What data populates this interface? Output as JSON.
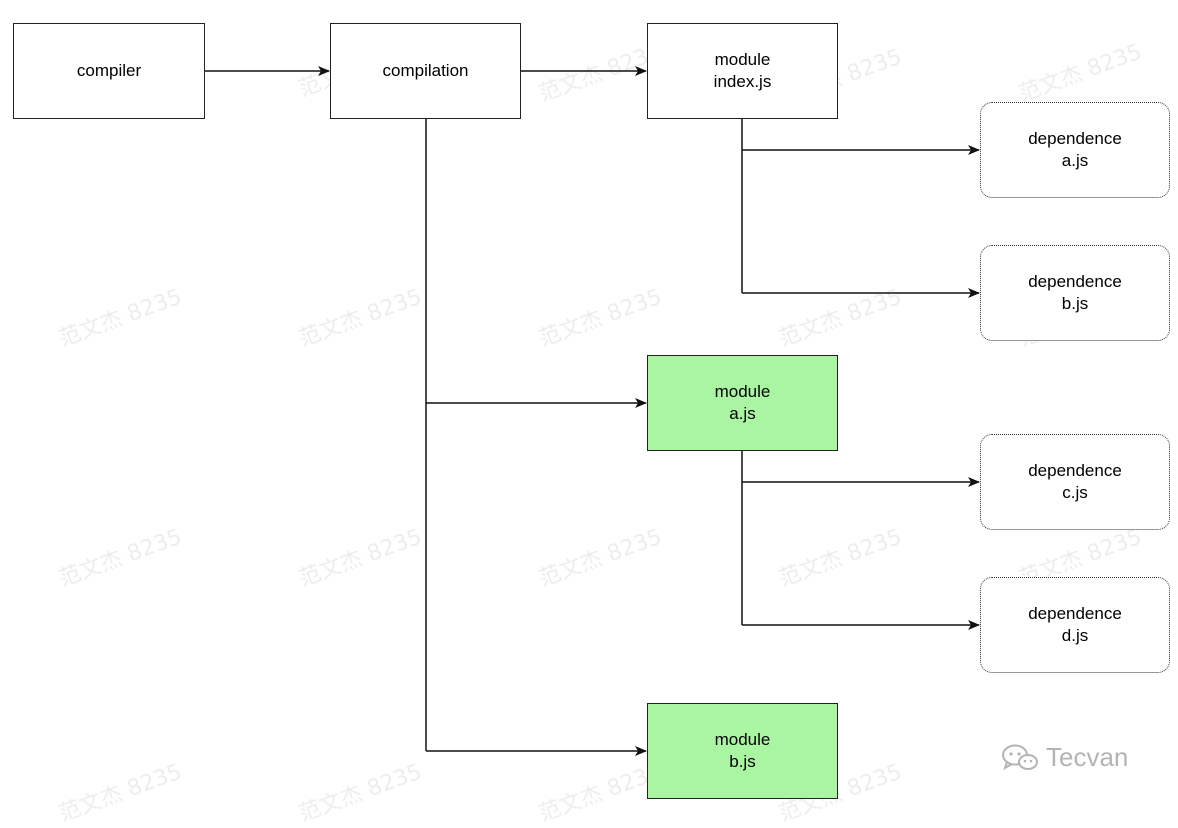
{
  "nodes": {
    "compiler": {
      "line1": "compiler"
    },
    "compilation": {
      "line1": "compilation"
    },
    "module_index": {
      "line1": "module",
      "line2": "index.js"
    },
    "dep_a": {
      "line1": "dependence",
      "line2": "a.js"
    },
    "dep_b": {
      "line1": "dependence",
      "line2": "b.js"
    },
    "module_a": {
      "line1": "module",
      "line2": "a.js"
    },
    "dep_c": {
      "line1": "dependence",
      "line2": "c.js"
    },
    "dep_d": {
      "line1": "dependence",
      "line2": "d.js"
    },
    "module_b": {
      "line1": "module",
      "line2": "b.js"
    }
  },
  "watermark": {
    "text": "范文杰 8235"
  },
  "brand": {
    "name": "Tecvan",
    "icon": "wechat-icon"
  },
  "colors": {
    "module_fill": "#a9f5a2",
    "stroke": "#222222"
  }
}
